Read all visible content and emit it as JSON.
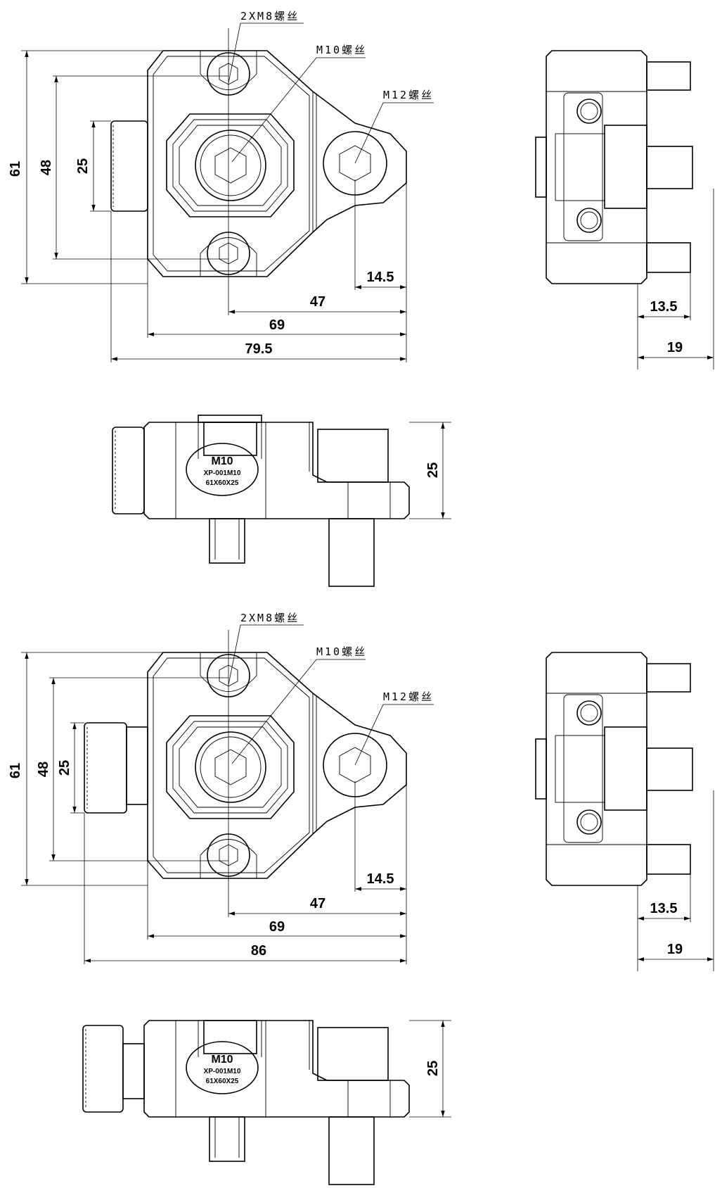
{
  "drawing_title": "",
  "screw_notes": {
    "pair": "2XM8螺丝",
    "center": "M10螺丝",
    "side": "M12螺丝"
  },
  "dims_view1": {
    "height_total": "61",
    "height_mid": "48",
    "height_knob": "25",
    "offset_small": "14.5",
    "width_47": "47",
    "width_69": "69",
    "width_total": "79.5"
  },
  "dims_view2": {
    "height_total": "61",
    "height_mid": "48",
    "height_knob": "25",
    "offset_small": "14.5",
    "width_47": "47",
    "width_69": "69",
    "width_total": "86"
  },
  "side_view_dims": {
    "depth_small": "13.5",
    "depth_total": "19"
  },
  "front_view_dims": {
    "height": "25"
  },
  "label_plate": {
    "line1": "M10",
    "line2": "XP-001M10",
    "line3": "61X60X25"
  },
  "colors": {
    "line": "#000000",
    "background": "#ffffff"
  }
}
